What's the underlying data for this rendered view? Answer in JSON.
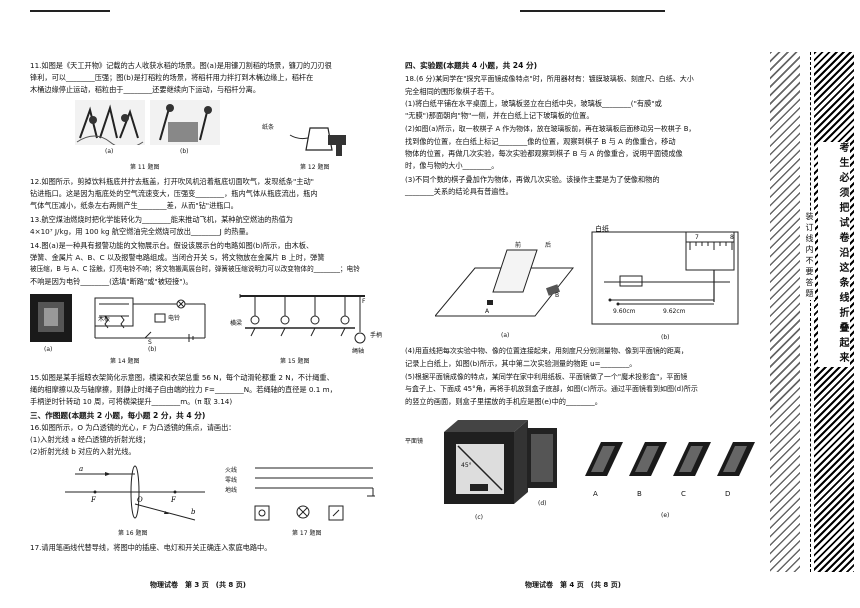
{
  "left": {
    "q11": {
      "line1": "11.如图是《天工开物》记载的古人收获水稻的场景。图(a)是用镰刀割稻的场景，镰刀的刀刃很",
      "line2": "锋利，可以________压强；图(b)是打稻粒的场景，将稻杆用力拌打到木桶边缘上，稻杆在",
      "line3": "木桶边缘停止运动，稻粒由于________还要继续向下运动，与稻杆分离。",
      "cap_a": "(a)",
      "cap_b": "(b)",
      "cap_11": "第 11 题图",
      "cap_12": "第 12 题图",
      "label_paper": "纸条"
    },
    "q12": {
      "line1": "12.如图所示，剪掉饮料瓶底并拧去瓶盖，打开吹风机沿着瓶底切面吹气，发现纸条\"主动\"",
      "line2": "钻进瓶口。这是因为瓶底处的空气流速变大，压强变________，瓶内气体从瓶底流出，瓶内",
      "line3": "气体气压减小，纸条左右两侧产生________差，从而\"钻\"进瓶口。"
    },
    "q13": {
      "line1": "13.航空煤油燃烧时把化学能转化为________能来推动飞机，某种航空燃油的热值为",
      "line2": "4×10⁷ J/kg，用 100 kg 航空燃油完全燃烧可放出________J 的热量。"
    },
    "q14": {
      "line1": "14.图(a)是一种具有报警功能的文物展示台。假设该展示台的电路如图(b)所示，由木板、",
      "line2": "弹簧、金属片 A、B、C 以及报警电路组成。当闭合开关 S，将文物放在金属片 B 上时，弹簧",
      "line3": "被压缩，B 与 A、C 接触，灯亮电铃不响；将文物搬离展台时，弹簧被压缩说明力可以改变物体的________；电铃",
      "line4": "不响是因为电铃________(选填\"断路\"或\"被短接\")。",
      "cap_14": "第 14 题图",
      "cap_15": "第 15 题图",
      "label_wood": "木板",
      "label_bell": "电铃",
      "label_S": "S",
      "label_rope": "绳轴",
      "label_wheel": "手柄",
      "label_bar": "横梁",
      "label_F": "F"
    },
    "q15": {
      "line1": "15.如图是某手摇晾衣架简化示意图，横梁和衣架总重 56 N，每个动滑轮都重 2 N，不计绳重、",
      "line2": "绳的相摩擦以及与轴摩擦，则静止时绳子自由端的拉力 F=________N。若绳轴的直径是 0.1 m，",
      "line3": "手柄逆时针转动 10 周，可将横梁提升________m。(π 取 3.14)"
    },
    "sec3": "三、作图题(本题共 2 小题，每小题 2 分，共 4 分)",
    "q16": {
      "line1": "16.如图所示，O 为凸透镜的光心，F 为凸透镜的焦点，请画出：",
      "line2": "(1)入射光线 a 经凸透镜的折射光线；",
      "line3": "(2)折射光线 b 对应的入射光线。",
      "cap_16": "第 16 题图",
      "cap_17": "第 17 题图",
      "label_fire": "火线",
      "label_zero": "零线",
      "label_ground": "地线"
    },
    "q17": "17.请用笔画线代替导线，将图中的插座、电灯和开关正确连入家庭电路中。",
    "footer": "物理试卷　第 3 页　(共 8 页)"
  },
  "right": {
    "sec4": "四、实验题(本题共 4 小题，共 24 分)",
    "q18": {
      "line1": "18.(6 分)某同学在\"探究平面镜成像特点\"时，所用器材有：镀膜玻璃板、刻度尺、白纸、大小",
      "line2": "完全相同的围形象棋子若干。",
      "line3": "(1)将白纸平铺在水平桌面上，玻璃板竖立在白纸中央，玻璃板________(\"有膜\"或",
      "line4": "\"无膜\")那面朝向\"物\"一侧，并在白纸上记下玻璃板的位置。",
      "line5": "(2)如图(a)所示，取一枚棋子 A 作为物体，放在玻璃板前，再在玻璃板后面移动另一枚棋子 B，",
      "line6": "找到像的位置，在白纸上标记________像的位置，观察到棋子 B 与 A 的像重合，移动",
      "line7": "物体的位置，再做几次实验，每次实验都观察到棋子 B 与 A 的像重合，说明平面镜成像",
      "line8": "时，像与物的大小________。",
      "line9": "(3)不同个数的棋子叠加作为物体，再做几次实验。该操作主要是为了使像和物的",
      "line10": "________关系的结论具有普遍性。",
      "label_front": "前",
      "label_back": "后",
      "label_A": "A",
      "label_B": "B",
      "label_paper": "白纸",
      "ruler_7": "7",
      "ruler_8": "8",
      "meas_1": "9.60cm",
      "meas_2": "9.62cm",
      "cap_a": "(a)",
      "cap_b": "(b)",
      "line11": "(4)用直线把每次实验中物、像的位置连接起来，用刻度尺分别测量物、像到平面镜的距离，",
      "line12": "记录上白纸上，如图(b)所示，其中第二次实验测量的物距 u=________。",
      "line13": "(5)根据平面镜成像的特点，某同学在家中利用纸板、平面镜做了一个\"魔术投影盒\"，平面镜",
      "line14": "与盒子上、下面成 45°角，再将手机放到盒子底部，如图(c)所示。通过平面镜看到如图(d)所示",
      "line15": "的竖立的画面，则盒子里摆放的手机应是图(e)中的________。",
      "label_mirror": "平面镜",
      "label_45": "45°",
      "cap_c": "(c)",
      "cap_d": "(d)",
      "cap_e": "(e)",
      "opt_A": "A",
      "opt_B": "B",
      "opt_C": "C",
      "opt_D": "D"
    },
    "footer": "物理试卷　第 4 页　(共 8 页)"
  },
  "side": {
    "main_text": "考生必须把试卷沿这条线折叠起来",
    "inner_text": "装订线内不要答题"
  }
}
